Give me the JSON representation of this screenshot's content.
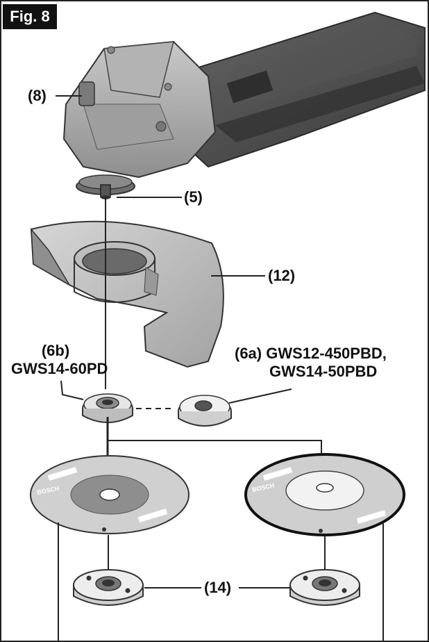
{
  "figure": {
    "label": "Fig. 8",
    "callouts": {
      "c8": "(8)",
      "c5": "(5)",
      "c12": "(12)",
      "c6b_ref": "(6b)",
      "c6b_model": "GWS14-60PD",
      "c6a_line1": "(6a) GWS12-450PBD,",
      "c6a_line2": "GWS14-50PBD",
      "c14": "(14)"
    },
    "disc_brand": "BOSCH"
  }
}
